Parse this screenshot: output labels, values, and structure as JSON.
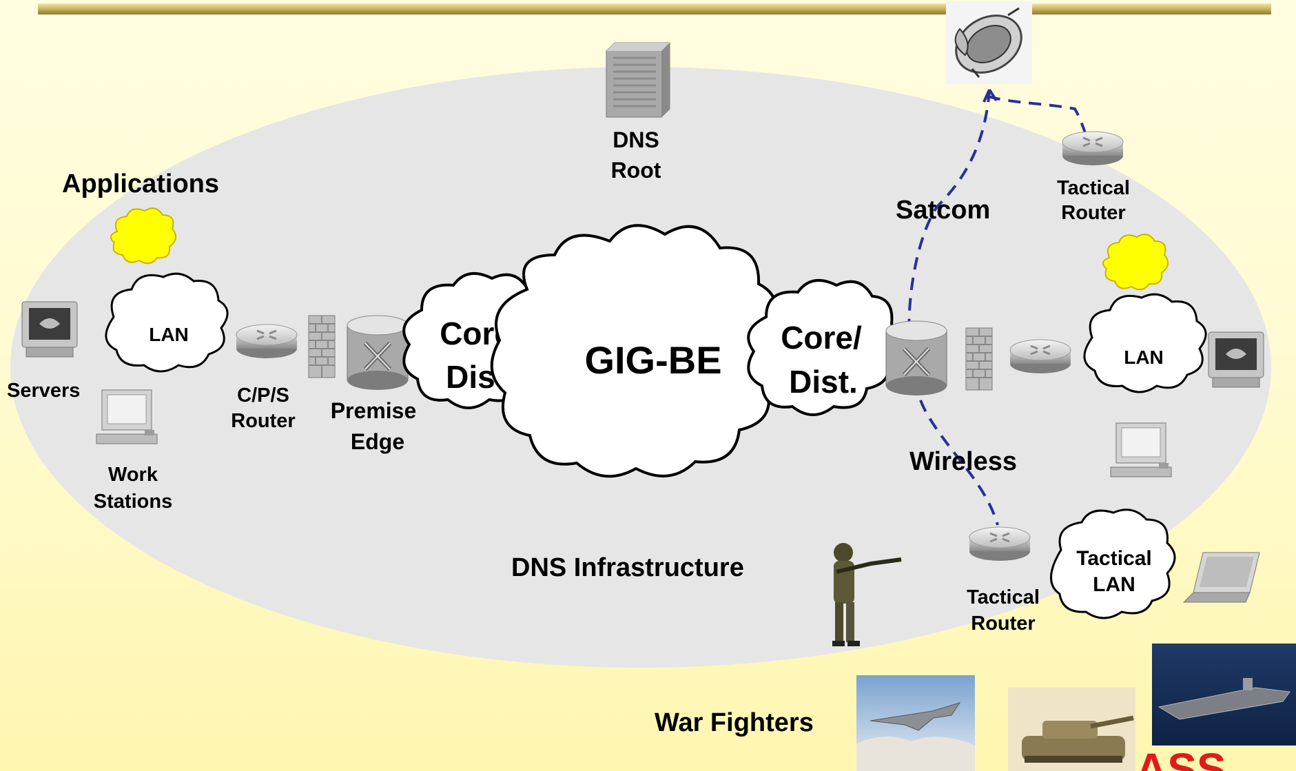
{
  "diagram": {
    "labels": {
      "dns_root": [
        "DNS",
        "Root"
      ],
      "applications": "Applications",
      "lan_left": "LAN",
      "servers": "Servers",
      "work_stations": [
        "Work",
        "Stations"
      ],
      "cps_router": [
        "C/P/S",
        "Router"
      ],
      "premise_edge": [
        "Premise",
        "Edge"
      ],
      "core_left": [
        "Core/",
        "Dist."
      ],
      "gig_be": "GIG-BE",
      "core_right": [
        "Core/",
        "Dist."
      ],
      "satcom": "Satcom",
      "tactical_router_top": [
        "Tactical",
        "Router"
      ],
      "lan_right": "LAN",
      "wireless": "Wireless",
      "tactical_router_bottom": [
        "Tactical",
        "Router"
      ],
      "tactical_lan": [
        "Tactical",
        "LAN"
      ],
      "dns_infrastructure": "DNS Infrastructure",
      "war_fighters": "War Fighters",
      "corner_text": "ASS"
    },
    "colors": {
      "ellipse": "#e8e8e8",
      "link_dashed": "#2a2f96",
      "app_cloud": "#ffff00",
      "corner_text": "#e21a1a",
      "top_bar": "#c9b25a"
    },
    "icons": [
      "satellite-icon",
      "dns-server-icon",
      "application-cloud-icon",
      "server-monitor-icon",
      "workstation-icon",
      "router-icon",
      "firewall-icon",
      "switch-router-icon",
      "laptop-icon",
      "soldier-image",
      "fighter-jet-image",
      "tank-image",
      "aircraft-carrier-image"
    ]
  }
}
